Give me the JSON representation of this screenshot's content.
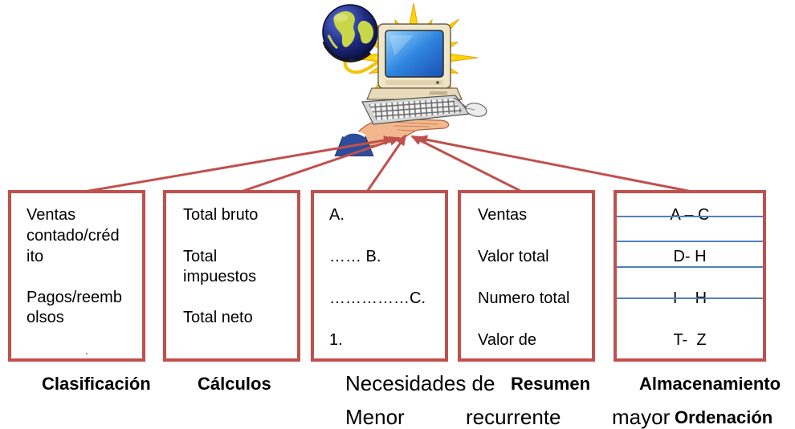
{
  "colors": {
    "box_border": "#c0504d",
    "arrow": "#c0504d",
    "divider": "#4f81bd",
    "text": "#000000",
    "background": "#ffffff"
  },
  "illustration": {
    "icon": "computer-with-globe-clipart"
  },
  "boxes": [
    {
      "lines": [
        "Ventas",
        "contado/créd",
        "ito",
        "Pagos/reemb",
        "olsos"
      ]
    },
    {
      "lines": [
        "Total bruto",
        "Total",
        "impuestos",
        "Total neto"
      ]
    },
    {
      "lines": [
        "A.",
        "…… B.",
        "……………C.",
        "1."
      ]
    },
    {
      "lines": [
        "Ventas",
        "Valor total",
        "Numero total",
        "Valor de"
      ]
    },
    {
      "lines": [
        "A – C",
        "D- H",
        "I    H",
        "T-  Z"
      ]
    }
  ],
  "captions": {
    "row1": [
      "Clasificación",
      "Cálculos",
      "Necesidades de",
      "Resumen",
      "Almacenamiento"
    ],
    "row2": [
      "Menor",
      "recurrente",
      "mayor",
      "Ordenación"
    ]
  }
}
